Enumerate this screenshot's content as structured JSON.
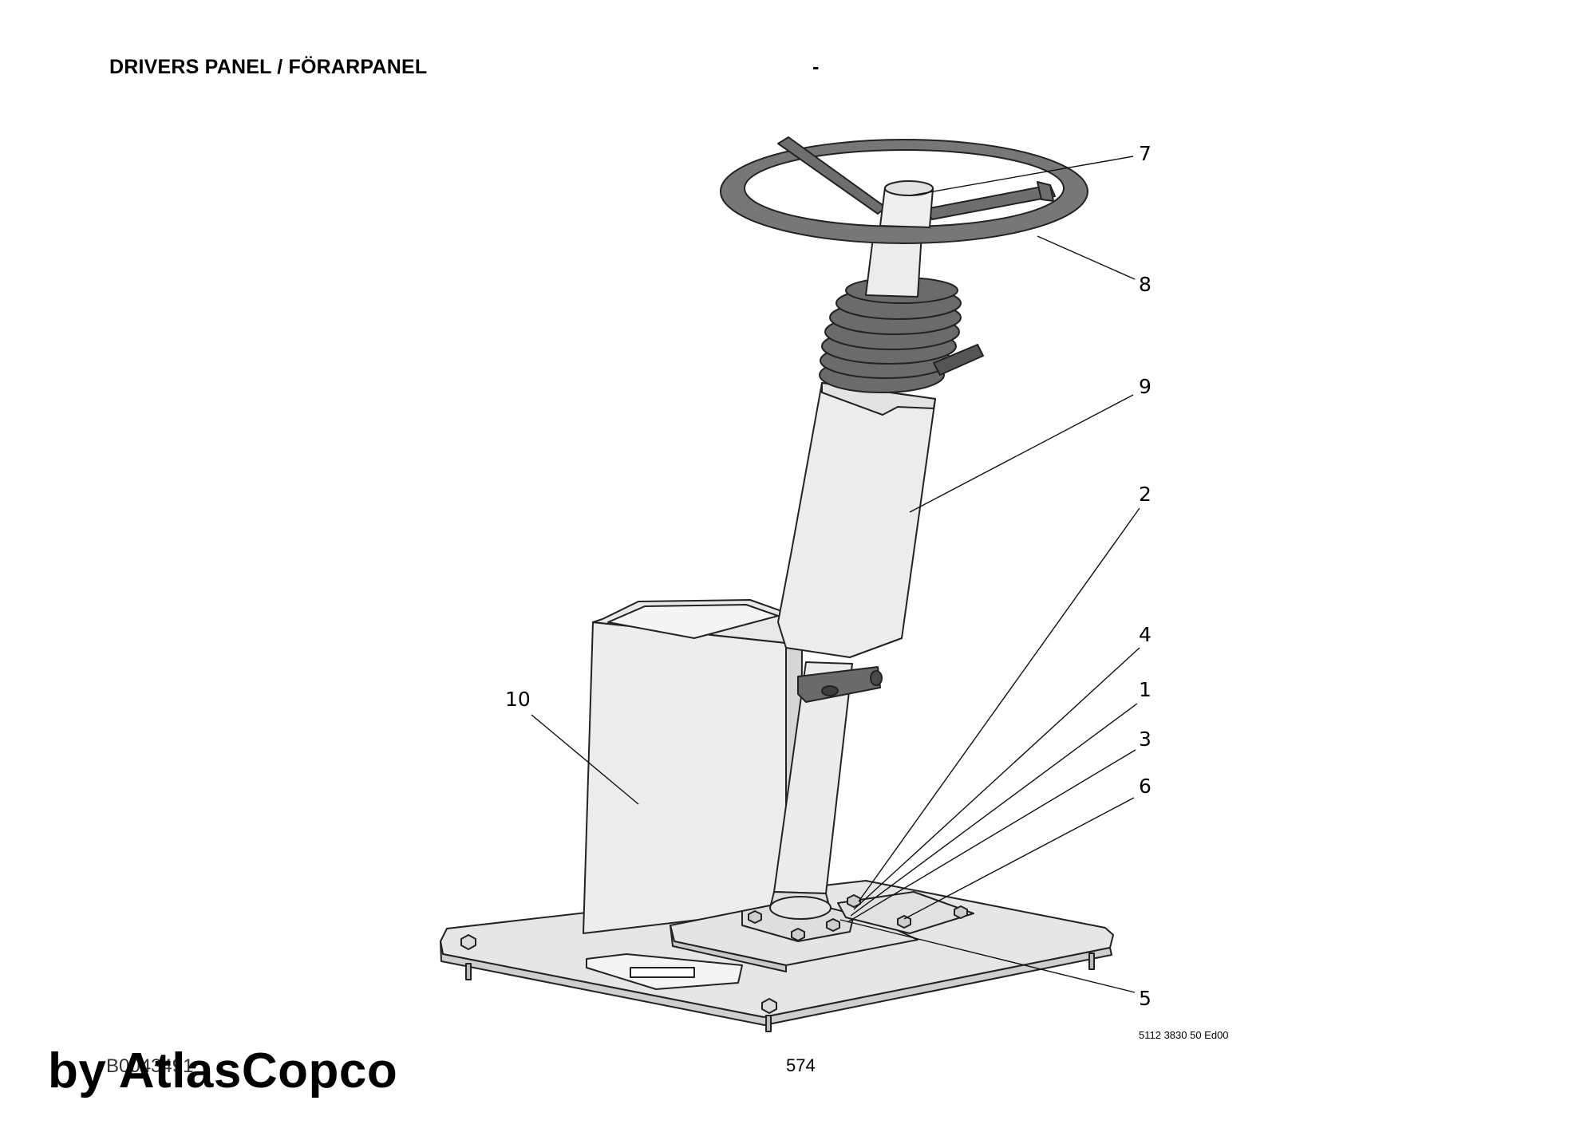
{
  "header": {
    "title": "DRIVERS PANEL / FÖRARPANEL",
    "dash": "-"
  },
  "callouts": [
    {
      "label": "7",
      "part": "steering-wheel-cap"
    },
    {
      "label": "8",
      "part": "steering-wheel"
    },
    {
      "label": "9",
      "part": "steering-column"
    },
    {
      "label": "2",
      "part": "mounting-plate"
    },
    {
      "label": "4",
      "part": "bolt"
    },
    {
      "label": "1",
      "part": "base-plate"
    },
    {
      "label": "3",
      "part": "washer"
    },
    {
      "label": "6",
      "part": "screw"
    },
    {
      "label": "10",
      "part": "cover"
    },
    {
      "label": "5",
      "part": "nut"
    }
  ],
  "footer": {
    "doc_code": "5112 3830 50 Ed00",
    "page_number": "574",
    "reference_code": "B0043491",
    "watermark": "by AtlasCopco"
  }
}
